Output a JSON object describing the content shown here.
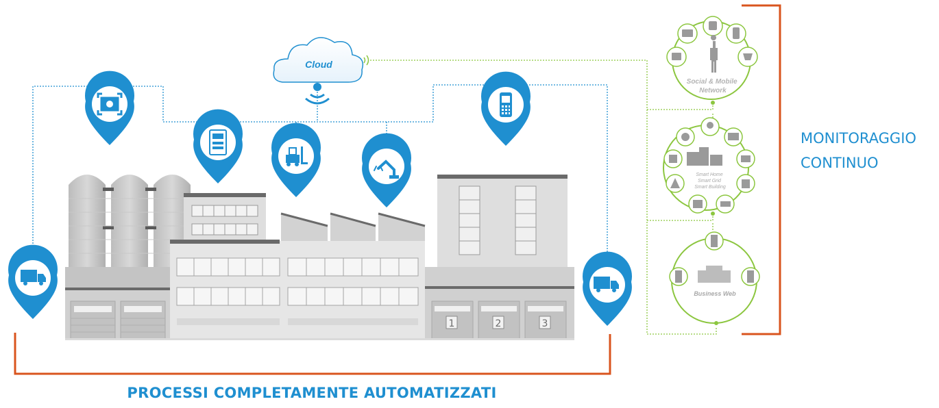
{
  "cloud": {
    "label": "Cloud"
  },
  "networks": [
    {
      "label_lines": [
        "Social & Mobile",
        "Network"
      ]
    },
    {
      "label_lines": [
        "Smart Home",
        "Smart Grid",
        "Smart Building"
      ]
    },
    {
      "label_lines": [
        "Business Web"
      ]
    }
  ],
  "bays": [
    "1",
    "2",
    "3"
  ],
  "captions": {
    "bottom": "PROCESSI COMPLETAMENTE AUTOMATIZZATI",
    "right_line1": "MONITORAGGIO",
    "right_line2": "CONTINUO"
  },
  "markers": [
    {
      "icon": "truck-icon"
    },
    {
      "icon": "camera-scanner-icon"
    },
    {
      "icon": "control-cabinet-icon"
    },
    {
      "icon": "forklift-icon"
    },
    {
      "icon": "robot-arm-icon"
    },
    {
      "icon": "handheld-scanner-icon"
    },
    {
      "icon": "truck-icon"
    }
  ],
  "colors": {
    "blue": "#1f8fd0",
    "green": "#8cc63f",
    "orange": "#d9541e",
    "gray": "#b8b8b8"
  }
}
